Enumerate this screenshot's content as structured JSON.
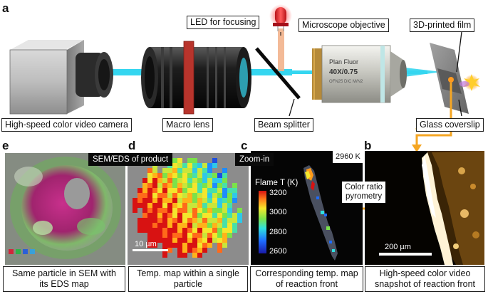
{
  "panels": {
    "a": "a",
    "b": "b",
    "c": "c",
    "d": "d",
    "e": "e"
  },
  "setup_labels": {
    "led": "LED for focusing",
    "objective": "Microscope objective",
    "film": "3D-printed film",
    "camera": "High-speed color video camera",
    "macro_lens": "Macro lens",
    "beam_splitter": "Beam splitter",
    "coverslip": "Glass coverslip"
  },
  "objective_print": {
    "line1": "Plan Fluor",
    "line2": "40X/0.75",
    "line3": "OFN25 DIC M/N2"
  },
  "flow_labels": {
    "sem_eds": "SEM/EDS of product",
    "zoom_in": "Zoom-in",
    "color_ratio_1": "Color ratio",
    "color_ratio_2": "pyrometry"
  },
  "colorbar": {
    "title": "Flame T (K)",
    "ticks": [
      "3200",
      "3000",
      "2800",
      "2600"
    ],
    "max_label": "2960 K"
  },
  "scale_bars": {
    "d": "10 µm",
    "b": "200 µm"
  },
  "captions": {
    "e_line1": "Same particle in SEM with",
    "e_line2": "its EDS map",
    "d_line1": "Temp. map within a single",
    "d_line2": "particle",
    "c_line1": "Corresponding temp. map",
    "c_line2": "of reaction front",
    "b_line1": "High-speed color video",
    "b_line2": "snapshot of reaction front"
  },
  "colors": {
    "beam": "#35d6f0",
    "arrow": "#f5a623",
    "led_red": "#e8232a",
    "lens_red": "#b8342c"
  }
}
